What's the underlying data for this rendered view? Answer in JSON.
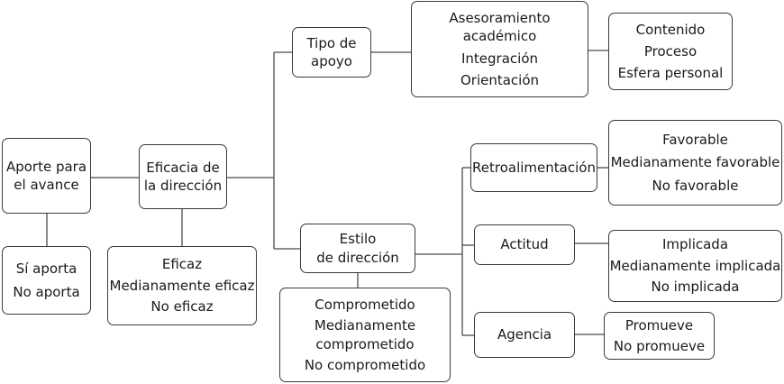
{
  "nodes": {
    "aporte": "Aporte para\nel avance",
    "aporte_opciones": [
      "Sí aporta",
      "No aporta"
    ],
    "eficacia": "Eficacia de\nla dirección",
    "eficacia_opciones": [
      "Eficaz",
      "Medianamente eficaz",
      "No eficaz"
    ],
    "tipo_apoyo": "Tipo de\napoyo",
    "tipo_apoyo_opciones": [
      "Asesoramiento\nacadémico",
      "Integración",
      "Orientación"
    ],
    "tipo_apoyo_sub": [
      "Contenido",
      "Proceso",
      "Esfera personal"
    ],
    "estilo": "Estilo\nde dirección",
    "estilo_opciones": [
      "Comprometido",
      "Medianamente\ncomprometido",
      "No comprometido"
    ],
    "retro": "Retroalimentación",
    "retro_opciones": [
      "Favorable",
      "Medianamente favorable",
      "No favorable"
    ],
    "actitud": "Actitud",
    "actitud_opciones": [
      "Implicada",
      "Medianamente implicada",
      "No implicada"
    ],
    "agencia": "Agencia",
    "agencia_opciones": [
      "Promueve",
      "No promueve"
    ]
  }
}
